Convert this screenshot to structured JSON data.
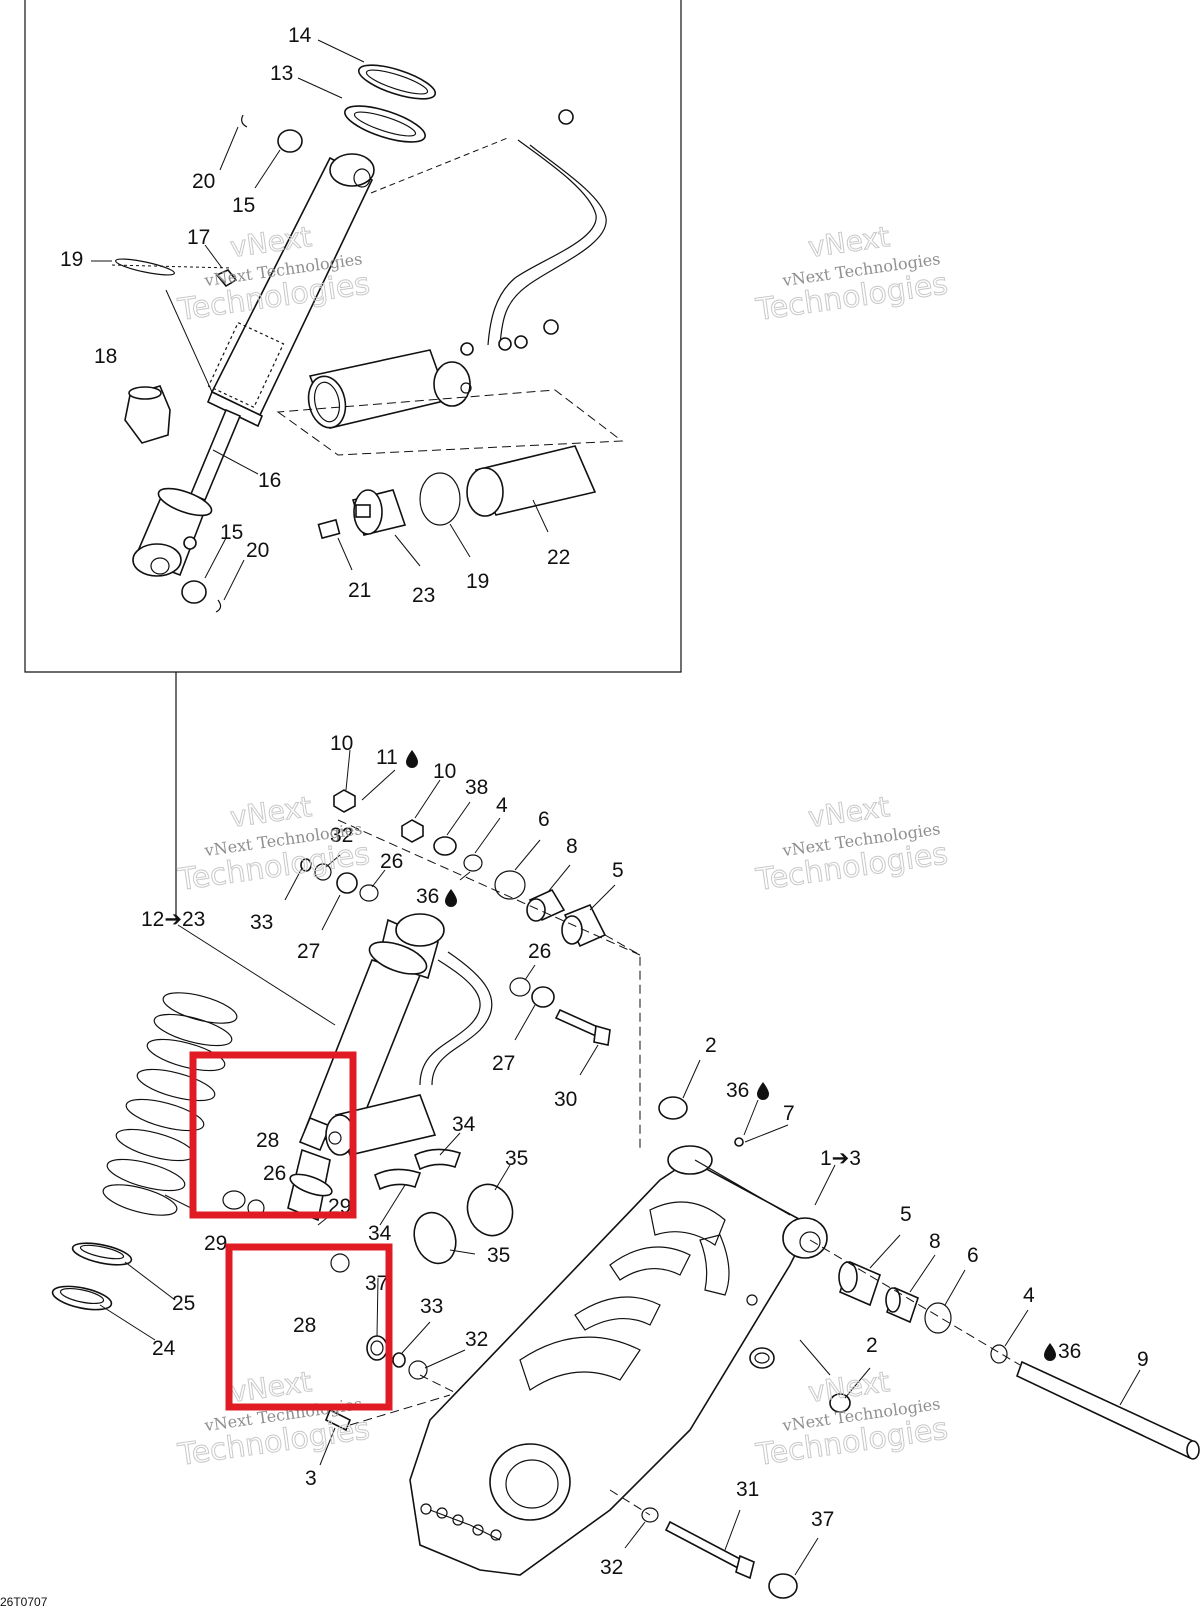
{
  "diagram": {
    "code": "26T0707",
    "highlight_color": "#e01b24",
    "watermark": {
      "top": "vNext",
      "middle": "vNext Technologies",
      "bottom": "Technologies"
    },
    "callouts": {
      "c14": "14",
      "c13": "13",
      "c20a": "20",
      "c15a": "15",
      "c17": "17",
      "c19a": "19",
      "c18": "18",
      "c16": "16",
      "c15b": "15",
      "c20b": "20",
      "c21": "21",
      "c23": "23",
      "c19b": "19",
      "c22": "22",
      "c10a": "10",
      "c11": "11",
      "c10b": "10",
      "c38": "38",
      "c4a": "4",
      "c6a": "6",
      "c8a": "8",
      "c5a": "5",
      "c32a": "32",
      "c26a": "26",
      "c33a": "33",
      "c27a": "27",
      "c36a": "36",
      "c12": "12➔23",
      "c26b": "26",
      "c27b": "27",
      "c30": "30",
      "c2a": "2",
      "c36b": "36",
      "c7": "7",
      "c1": "1➔3",
      "c28a": "28",
      "c26c": "26",
      "c34a": "34",
      "c35a": "35",
      "c29": "29",
      "c29b": "29",
      "c34b": "34",
      "c35b": "35",
      "c25": "25",
      "c37a": "37",
      "c28b": "28",
      "c33b": "33",
      "c32b": "32",
      "c24": "24",
      "c5b": "5",
      "c8b": "8",
      "c6b": "6",
      "c4b": "4",
      "c36c": "36",
      "c2b": "2",
      "c9": "9",
      "c3": "3",
      "c31": "31",
      "c37b": "37",
      "c32c": "32"
    }
  }
}
